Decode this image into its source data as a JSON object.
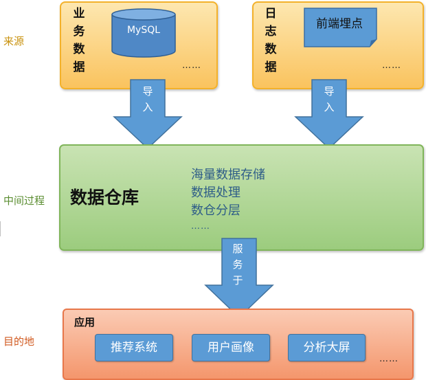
{
  "stages": {
    "source": "来源",
    "middle": "中间过程",
    "target": "目的地"
  },
  "business": {
    "title_chars": [
      "业",
      "务",
      "数",
      "据"
    ],
    "mysql_label": "MySQL",
    "ellipsis": "……"
  },
  "log": {
    "title_chars": [
      "日",
      "志",
      "数",
      "据"
    ],
    "frontend_label": "前端埋点",
    "ellipsis": "……"
  },
  "arrows": {
    "import_chars": [
      "导",
      "入"
    ],
    "serve_chars": [
      "服",
      "务",
      "于"
    ]
  },
  "warehouse": {
    "title": "数据仓库",
    "items": [
      "海量数据存储",
      "数据处理",
      "数仓分层"
    ],
    "ellipsis": "……"
  },
  "application": {
    "title": "应用",
    "buttons": [
      "推荐系统",
      "用户画像",
      "分析大屏"
    ],
    "ellipsis": "……"
  },
  "colors": {
    "yellow_fill": "#fac35e",
    "green_fill": "#9ccc7e",
    "orange_fill": "#f4966c",
    "blue_accent": "#5b9bd5"
  }
}
